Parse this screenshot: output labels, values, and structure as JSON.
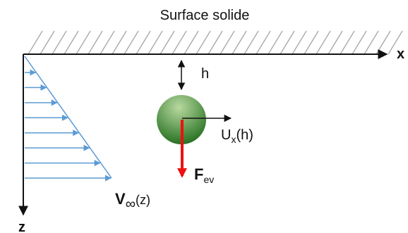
{
  "title": "Surface solide",
  "axes": {
    "x_label": "x",
    "z_label": "z"
  },
  "labels": {
    "gap": "h",
    "velocity_main": "U",
    "velocity_sub": "x",
    "velocity_arg": "(h)",
    "force_main": "F",
    "force_sub": "ev",
    "profile_main": "V",
    "profile_sub": "∞",
    "profile_arg": "(z)"
  },
  "colors": {
    "profile_arrows": "#5b9bd5",
    "force_arrow": "#ee1111",
    "hatch": "#a6a6a6",
    "particle_light": "#b8d9a0",
    "particle_dark": "#1f6b1a",
    "lines": "#111111"
  },
  "profile_arrow_count": 8
}
